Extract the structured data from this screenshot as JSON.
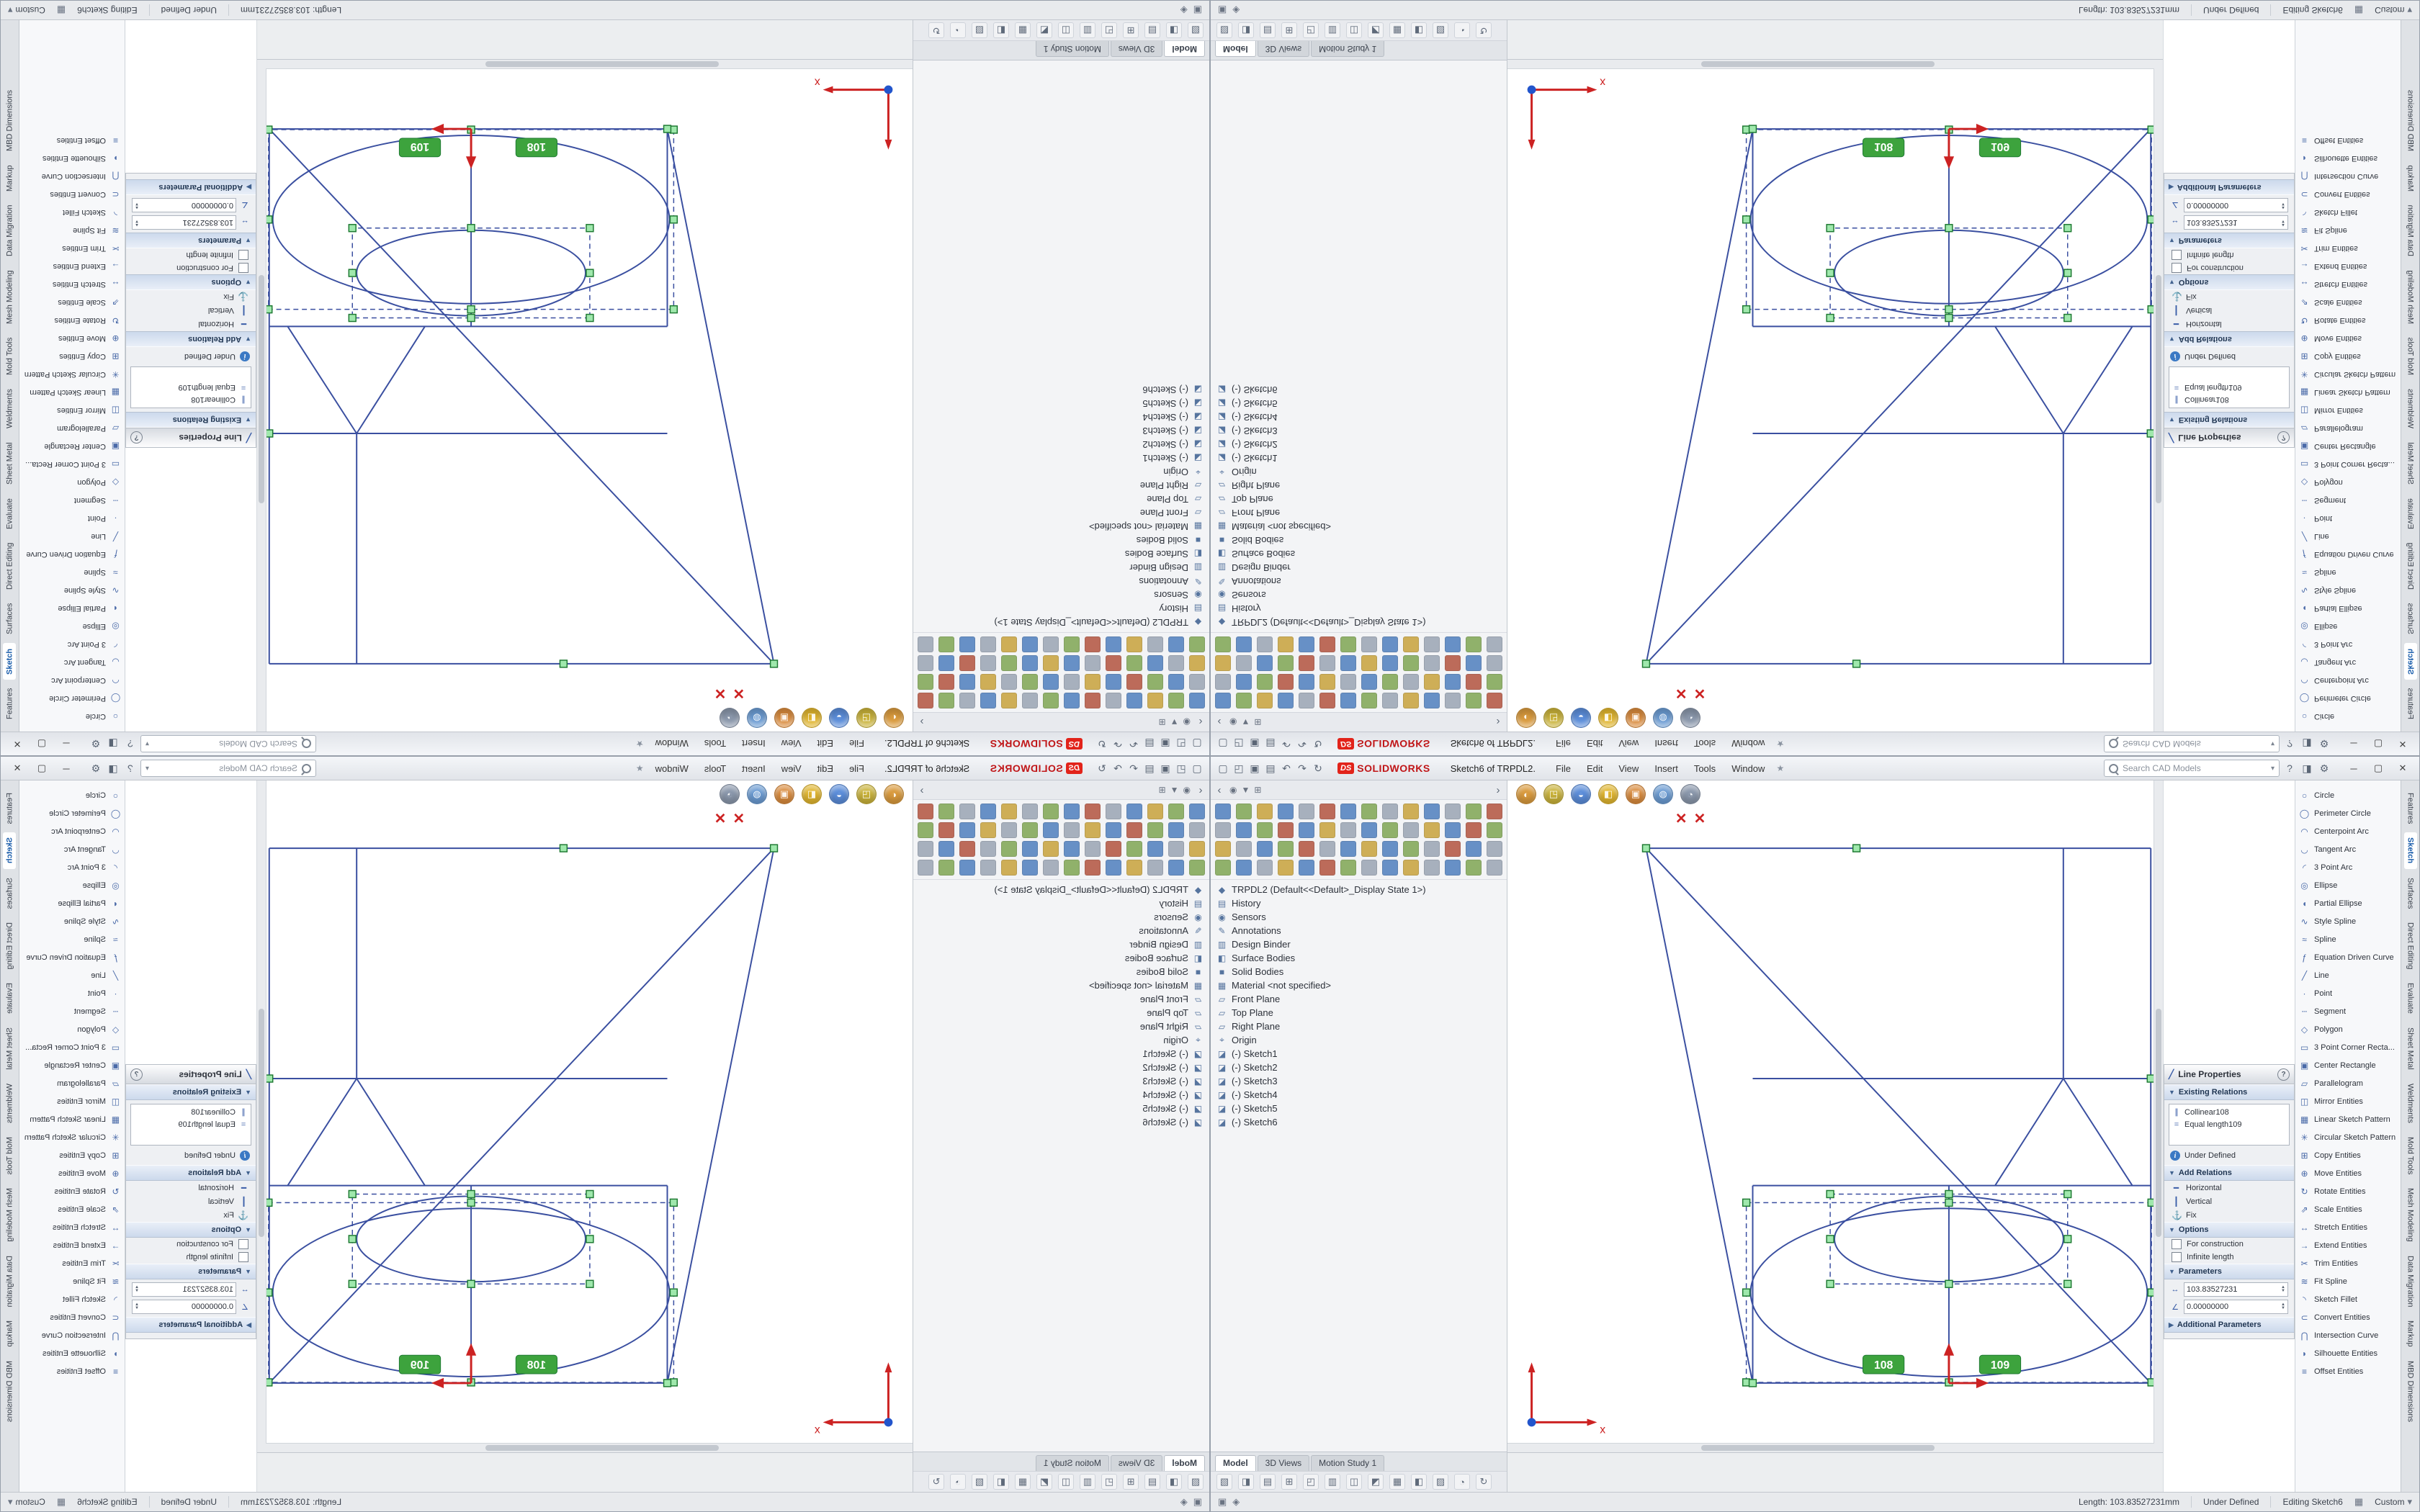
{
  "colors": {
    "accent_red": "#e2231a",
    "sketch_blue": "#3a4fa0",
    "handle_green": "#2e9e3e",
    "tag_green": "#3da33d",
    "selection_blue": "#2c66d9"
  },
  "window": {
    "title": "Sketch6 of TRPDL2.",
    "logo_prefix": "DS",
    "logo_text": "SOLIDWORKS",
    "menus": [
      "File",
      "Edit",
      "View",
      "Insert",
      "Tools",
      "Window"
    ],
    "menu_pin": "★",
    "quick_access": [
      {
        "name": "new-document-icon",
        "glyph": "▢"
      },
      {
        "name": "open-document-icon",
        "glyph": "◰"
      },
      {
        "name": "save-icon",
        "glyph": "▣"
      },
      {
        "name": "print-icon",
        "glyph": "▤"
      },
      {
        "name": "undo-icon",
        "glyph": "↶"
      },
      {
        "name": "redo-icon",
        "glyph": "↷"
      },
      {
        "name": "rebuild-icon",
        "glyph": "↻"
      }
    ],
    "search": {
      "placeholder": "Search CAD Models",
      "chevron": "▾"
    },
    "titlebar_icons": [
      {
        "name": "help-icon",
        "glyph": "?"
      },
      {
        "name": "taskpane-toggle-icon",
        "glyph": "◨"
      },
      {
        "name": "options-icon",
        "glyph": "⚙"
      }
    ],
    "window_controls": [
      {
        "name": "minimize-button",
        "glyph": "─"
      },
      {
        "name": "restore-button",
        "glyph": "▢"
      },
      {
        "name": "close-button",
        "glyph": "✕"
      }
    ]
  },
  "featuremanager": {
    "scroll_left": "‹",
    "scroll_right": "›",
    "head_icons": [
      {
        "name": "pin-icon",
        "glyph": "◉"
      },
      {
        "name": "filter-icon",
        "glyph": "▼"
      },
      {
        "name": "expand-tree-icon",
        "glyph": "⊞"
      }
    ],
    "ribbon": {
      "r1": [
        "#4f7fbe",
        "#7fa653",
        "#c8a23c",
        "#4f7fbe",
        "#9aa5b4",
        "#b3543f",
        "#4f7fbe",
        "#7fa653",
        "#9aa5b4",
        "#c8a23c",
        "#4f7fbe",
        "#9aa5b4",
        "#7fa653",
        "#b3543f"
      ],
      "r2": [
        "#9aa5b4",
        "#4f7fbe",
        "#7fa653",
        "#b3543f",
        "#4f7fbe",
        "#c8a23c",
        "#9aa5b4",
        "#4f7fbe",
        "#7fa653",
        "#9aa5b4",
        "#c8a23c",
        "#4f7fbe",
        "#b3543f",
        "#7fa653"
      ],
      "r3": [
        "#c8a23c",
        "#9aa5b4",
        "#4f7fbe",
        "#7fa653",
        "#b3543f",
        "#9aa5b4",
        "#4f7fbe",
        "#c8a23c",
        "#4f7fbe",
        "#7fa653",
        "#9aa5b4",
        "#b3543f",
        "#4f7fbe",
        "#9aa5b4"
      ],
      "r4": [
        "#7fa653",
        "#4f7fbe",
        "#9aa5b4",
        "#c8a23c",
        "#4f7fbe",
        "#b3543f",
        "#7fa653",
        "#9aa5b4",
        "#4f7fbe",
        "#c8a23c",
        "#9aa5b4",
        "#4f7fbe",
        "#7fa653",
        "#9aa5b4"
      ]
    },
    "tree": [
      {
        "glyph": "◆",
        "label": "TRPDL2 (Default<<Default>_Display State 1>)"
      },
      {
        "glyph": "▤",
        "label": "History"
      },
      {
        "glyph": "◉",
        "label": "Sensors"
      },
      {
        "glyph": "✎",
        "label": "Annotations"
      },
      {
        "glyph": "▥",
        "label": "Design Binder"
      },
      {
        "glyph": "◧",
        "label": "Surface Bodies"
      },
      {
        "glyph": "■",
        "label": "Solid Bodies"
      },
      {
        "glyph": "▦",
        "label": "Material <not specified>"
      },
      {
        "glyph": "▱",
        "label": "Front Plane"
      },
      {
        "glyph": "▱",
        "label": "Top Plane"
      },
      {
        "glyph": "▱",
        "label": "Right Plane"
      },
      {
        "glyph": "⌖",
        "label": "Origin"
      },
      {
        "glyph": "◪",
        "label": "(-) Sketch1"
      },
      {
        "glyph": "◪",
        "label": "(-) Sketch2"
      },
      {
        "glyph": "◪",
        "label": "(-) Sketch3"
      },
      {
        "glyph": "◪",
        "label": "(-) Sketch4"
      },
      {
        "glyph": "◪",
        "label": "(-) Sketch5"
      },
      {
        "glyph": "◪",
        "label": "(-) Sketch6"
      }
    ],
    "doc_tabs": [
      "Model",
      "3D Views",
      "Motion Study 1"
    ],
    "bottom_icons": [
      {
        "name": "bottom-toolbar-icon",
        "glyph": "▧"
      },
      {
        "name": "bottom-toolbar-icon",
        "glyph": "◨"
      },
      {
        "name": "bottom-toolbar-icon",
        "glyph": "▤"
      },
      {
        "name": "bottom-toolbar-icon",
        "glyph": "⊞"
      },
      {
        "name": "bottom-toolbar-icon",
        "glyph": "◰"
      },
      {
        "name": "bottom-toolbar-icon",
        "glyph": "▥"
      },
      {
        "name": "bottom-toolbar-icon",
        "glyph": "◫"
      },
      {
        "name": "bottom-toolbar-icon",
        "glyph": "◩"
      },
      {
        "name": "bottom-toolbar-icon",
        "glyph": "▦"
      },
      {
        "name": "bottom-toolbar-icon",
        "glyph": "◧"
      },
      {
        "name": "bottom-toolbar-icon",
        "glyph": "▨"
      },
      {
        "name": "bottom-toolbar-icon",
        "glyph": "◔"
      },
      {
        "name": "bottom-toolbar-icon",
        "glyph": "↻"
      }
    ]
  },
  "viewbar": [
    {
      "name": "zoom-fit-icon",
      "color": "#d99a3d",
      "glyph": "◐"
    },
    {
      "name": "zoom-area-icon",
      "color": "#c9b23a",
      "glyph": "◳"
    },
    {
      "name": "previous-view-icon",
      "color": "#5b8dd9",
      "glyph": "◒"
    },
    {
      "name": "section-view-icon",
      "color": "#e0b52f",
      "glyph": "◧"
    },
    {
      "name": "view-orientation-icon",
      "color": "#d98b3d",
      "glyph": "▣"
    },
    {
      "name": "display-style-icon",
      "color": "#6b9bd2",
      "glyph": "◍"
    },
    {
      "name": "hide-show-icon",
      "color": "#8a97ab",
      "glyph": "◔"
    }
  ],
  "canvas": {
    "tags": [
      "108",
      "109"
    ],
    "axis_label": "x",
    "mark_glyph": "✕"
  },
  "property_panel": {
    "title": "Line Properties",
    "title_glyph": "╱",
    "help_glyph": "?",
    "existing_relations": {
      "header": "Existing Relations",
      "items": [
        {
          "glyph": "∥",
          "label": "Collinear108"
        },
        {
          "glyph": "=",
          "label": "Equal length109"
        }
      ],
      "status": "Under Defined"
    },
    "add_relations": {
      "header": "Add Relations",
      "items": [
        {
          "glyph": "━",
          "label": "Horizontal"
        },
        {
          "glyph": "┃",
          "label": "Vertical"
        },
        {
          "glyph": "⚓",
          "label": "Fix"
        }
      ]
    },
    "options": {
      "header": "Options",
      "checkboxes": [
        "For construction",
        "Infinite length"
      ]
    },
    "parameters": {
      "header": "Parameters",
      "fields": [
        {
          "name": "length-field",
          "glyph": "↔",
          "value": "103.83527231"
        },
        {
          "name": "angle-field",
          "glyph": "∠",
          "value": "0.00000000"
        }
      ]
    },
    "additional_header": "Additional Parameters"
  },
  "tool_list": [
    {
      "glyph": "○",
      "label": "Circle"
    },
    {
      "glyph": "◯",
      "label": "Perimeter Circle"
    },
    {
      "glyph": "◠",
      "label": "Centerpoint Arc"
    },
    {
      "glyph": "◡",
      "label": "Tangent Arc"
    },
    {
      "glyph": "◜",
      "label": "3 Point Arc"
    },
    {
      "glyph": "◎",
      "label": "Ellipse"
    },
    {
      "glyph": "◖",
      "label": "Partial Ellipse"
    },
    {
      "glyph": "∿",
      "label": "Style Spline"
    },
    {
      "glyph": "≈",
      "label": "Spline"
    },
    {
      "glyph": "ƒ",
      "label": "Equation Driven Curve"
    },
    {
      "glyph": "╱",
      "label": "Line"
    },
    {
      "glyph": "∙",
      "label": "Point"
    },
    {
      "glyph": "┄",
      "label": "Segment"
    },
    {
      "glyph": "◇",
      "label": "Polygon"
    },
    {
      "glyph": "▭",
      "label": "3 Point Corner Recta..."
    },
    {
      "glyph": "▣",
      "label": "Center Rectangle"
    },
    {
      "glyph": "▱",
      "label": "Parallelogram"
    },
    {
      "glyph": "◫",
      "label": "Mirror Entities"
    },
    {
      "glyph": "▦",
      "label": "Linear Sketch Pattern"
    },
    {
      "glyph": "✳",
      "label": "Circular Sketch Pattern"
    },
    {
      "glyph": "⊞",
      "label": "Copy Entities"
    },
    {
      "glyph": "⊕",
      "label": "Move Entities"
    },
    {
      "glyph": "↻",
      "label": "Rotate Entities"
    },
    {
      "glyph": "⇗",
      "label": "Scale Entities"
    },
    {
      "glyph": "↔",
      "label": "Stretch Entities"
    },
    {
      "glyph": "→",
      "label": "Extend Entities"
    },
    {
      "glyph": "✂",
      "label": "Trim Entities"
    },
    {
      "glyph": "≋",
      "label": "Fit Spline"
    },
    {
      "glyph": "◝",
      "label": "Sketch Fillet"
    },
    {
      "glyph": "⊂",
      "label": "Convert Entities"
    },
    {
      "glyph": "⋂",
      "label": "Intersection Curve"
    },
    {
      "glyph": "◗",
      "label": "Silhouette Entities"
    },
    {
      "glyph": "≡",
      "label": "Offset Entities"
    }
  ],
  "side_tabs": [
    "Features",
    "Sketch",
    "Surfaces",
    "Direct Editing",
    "Evaluate",
    "Sheet Metal",
    "Weldments",
    "Mold Tools",
    "Mesh Modeling",
    "Data Migration",
    "Markup",
    "MBD Dimensions"
  ],
  "status_bar": {
    "left_icons": [
      {
        "name": "quick-tips-icon",
        "glyph": "▣"
      },
      {
        "name": "selection-filter-icon",
        "glyph": "◈"
      }
    ],
    "length": "Length: 103.83527231mm",
    "state": "Under Defined",
    "editing": "Editing Sketch6",
    "grid_glyph": "▦",
    "units": "Custom",
    "units_chevron": "▾"
  }
}
